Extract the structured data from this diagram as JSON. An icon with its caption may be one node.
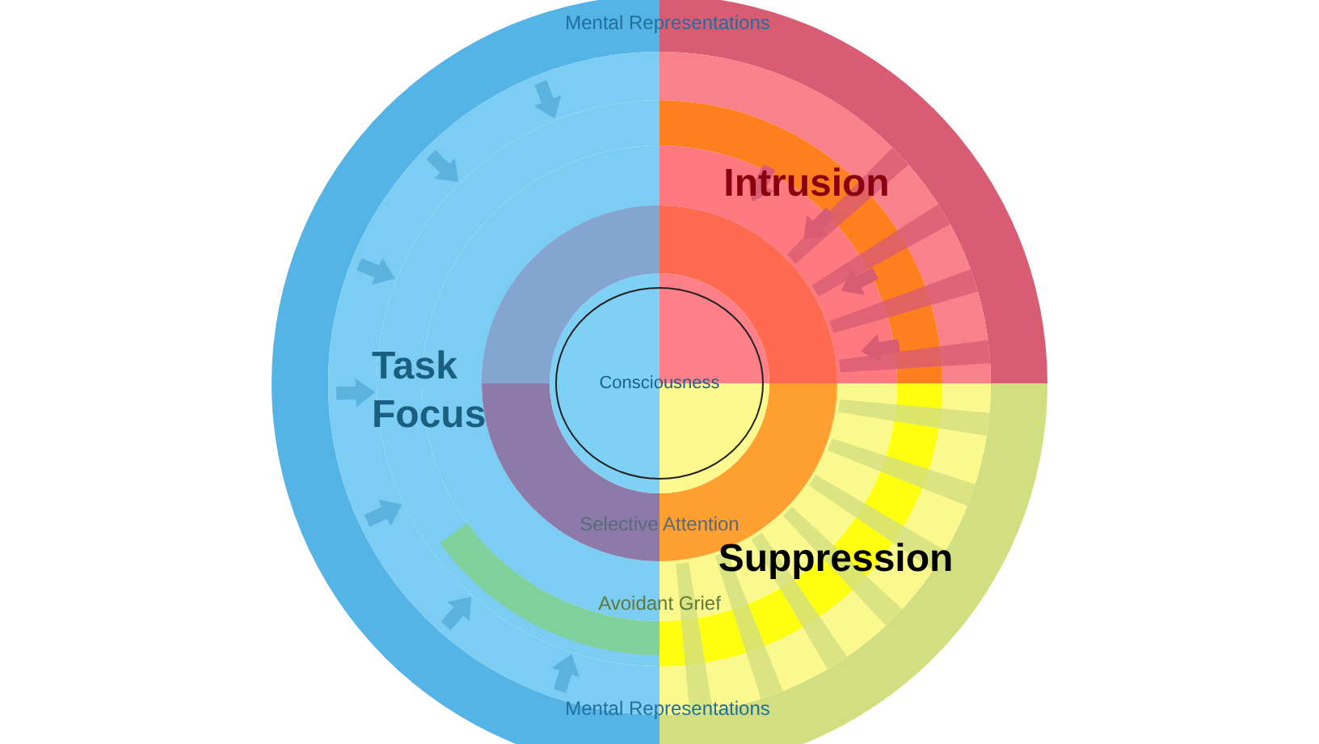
{
  "diagram": {
    "nodes": [
      {
        "text": [
          "Consciousness"
        ]
      }
    ],
    "labels": [
      "Mental Representations",
      "Intrusion",
      "Task Focus",
      "Selective Attention",
      "Suppression",
      "Avoidant Grief",
      "Mental Representations"
    ]
  }
}
